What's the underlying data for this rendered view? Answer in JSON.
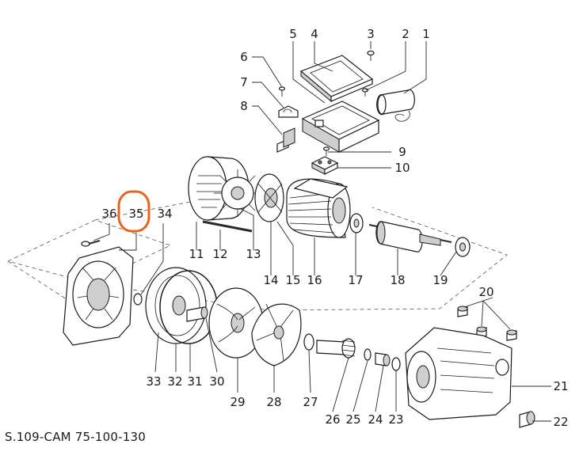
{
  "caption": "S.109-CAM 75-100-130",
  "highlight_color": "#e8641e",
  "highlighted_part": "35",
  "labels": [
    "1",
    "2",
    "3",
    "4",
    "5",
    "6",
    "7",
    "8",
    "9",
    "10",
    "11",
    "12",
    "13",
    "14",
    "15",
    "16",
    "17",
    "18",
    "19",
    "20",
    "21",
    "22",
    "23",
    "24",
    "25",
    "26",
    "27",
    "28",
    "29",
    "30",
    "31",
    "32",
    "33",
    "34",
    "35",
    "36"
  ]
}
